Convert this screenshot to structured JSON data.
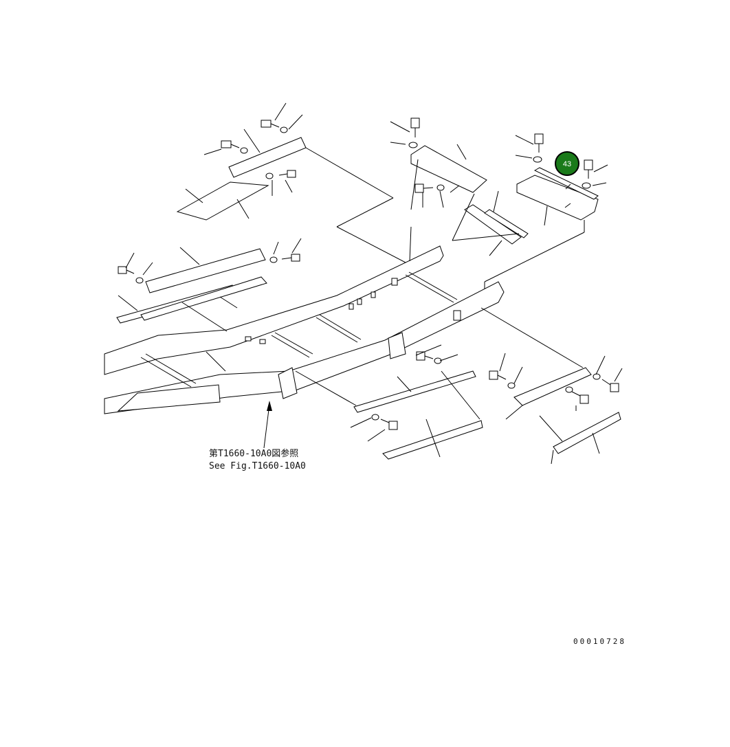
{
  "reference_note": {
    "line_jp": "第T1660-10A0図参照",
    "line_en": "See Fig.T1660-10A0"
  },
  "drawing_number": "00010728",
  "callouts": [
    {
      "number": "43",
      "color": "#1a7a1a"
    }
  ]
}
